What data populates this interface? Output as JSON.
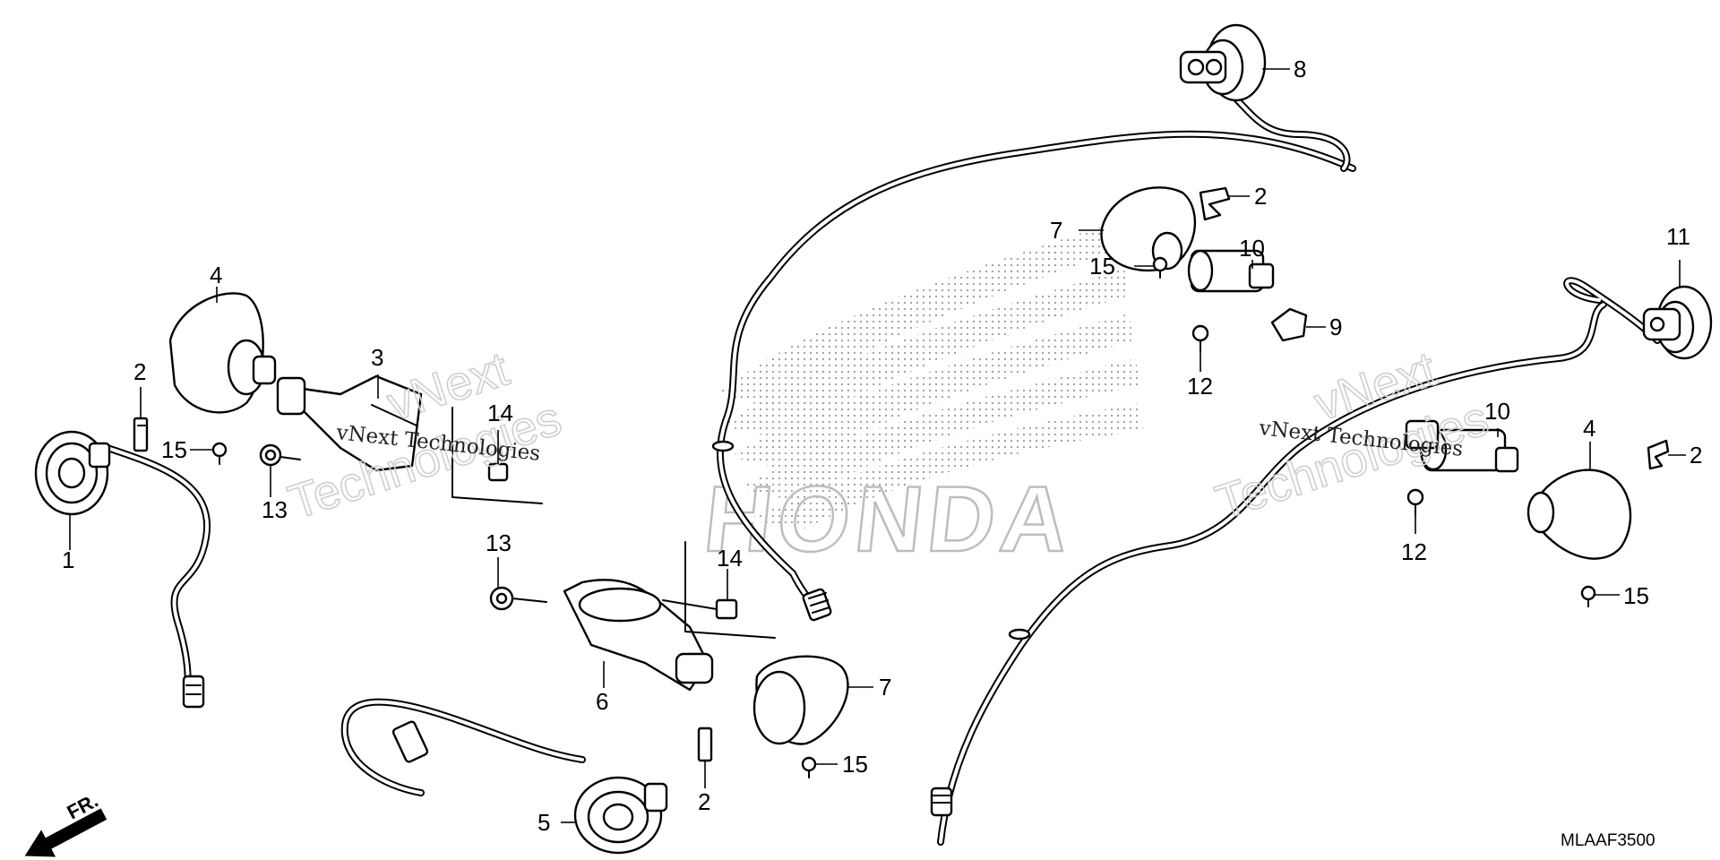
{
  "diagram": {
    "drawing_code": "MLAAF3500",
    "front_indicator": "FR.",
    "watermark": {
      "brand_line1": "vNext",
      "brand_line2": "Technologies",
      "caption": "vNext Technologies"
    },
    "logo_text": "HONDA",
    "callouts": [
      {
        "id": "c1",
        "number": "1"
      },
      {
        "id": "c2a",
        "number": "2"
      },
      {
        "id": "c2b",
        "number": "2"
      },
      {
        "id": "c2c",
        "number": "2"
      },
      {
        "id": "c2d",
        "number": "2"
      },
      {
        "id": "c3",
        "number": "3"
      },
      {
        "id": "c4a",
        "number": "4"
      },
      {
        "id": "c4b",
        "number": "4"
      },
      {
        "id": "c5",
        "number": "5"
      },
      {
        "id": "c6",
        "number": "6"
      },
      {
        "id": "c7a",
        "number": "7"
      },
      {
        "id": "c7b",
        "number": "7"
      },
      {
        "id": "c8",
        "number": "8"
      },
      {
        "id": "c9",
        "number": "9"
      },
      {
        "id": "c10a",
        "number": "10"
      },
      {
        "id": "c10b",
        "number": "10"
      },
      {
        "id": "c11",
        "number": "11"
      },
      {
        "id": "c12a",
        "number": "12"
      },
      {
        "id": "c12b",
        "number": "12"
      },
      {
        "id": "c13a",
        "number": "13"
      },
      {
        "id": "c13b",
        "number": "13"
      },
      {
        "id": "c14a",
        "number": "14"
      },
      {
        "id": "c14b",
        "number": "14"
      },
      {
        "id": "c15a",
        "number": "15"
      },
      {
        "id": "c15b",
        "number": "15"
      },
      {
        "id": "c15c",
        "number": "15"
      },
      {
        "id": "c15d",
        "number": "15"
      }
    ]
  }
}
